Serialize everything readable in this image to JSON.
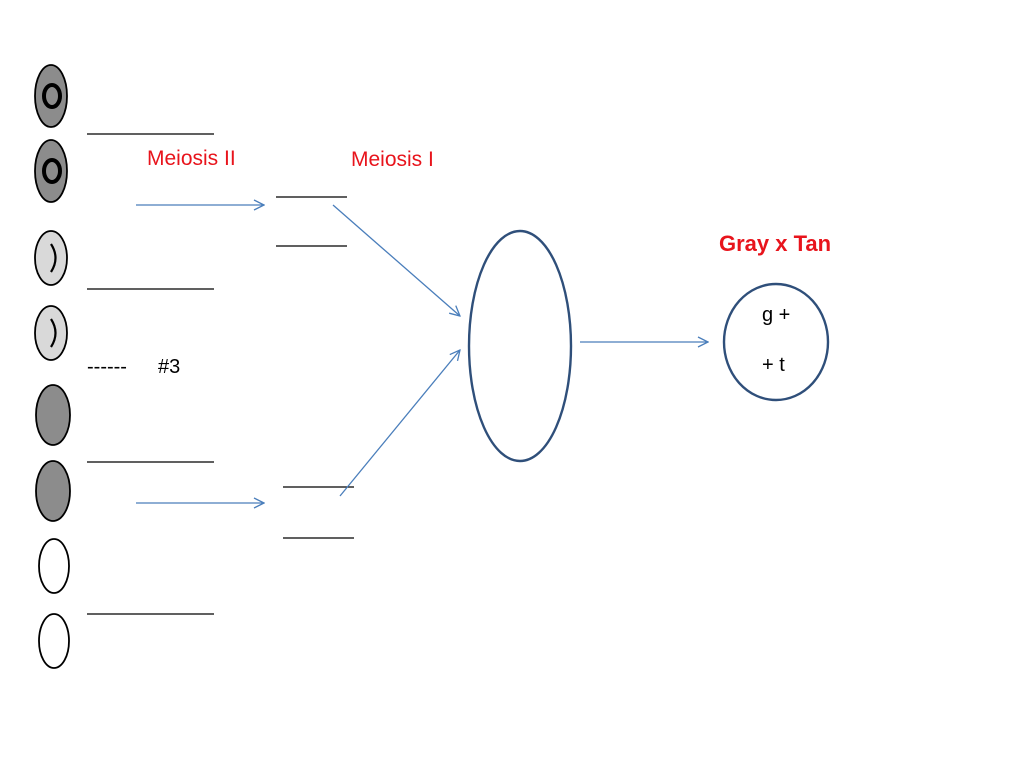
{
  "labels": {
    "meiosis_ii": "Meiosis II",
    "meiosis_i": "Meiosis I",
    "cross": "Gray x Tan",
    "number_label": "#3",
    "number_dashes": "------"
  },
  "parent_cell": {
    "allele_line_1": "g +",
    "allele_line_2": "+ t"
  },
  "gamete_cells": [
    {
      "fill": "gray",
      "marker": "O"
    },
    {
      "fill": "gray",
      "marker": "O"
    },
    {
      "fill": "light-gray",
      "marker": ")"
    },
    {
      "fill": "light-gray",
      "marker": ")"
    },
    {
      "fill": "gray",
      "marker": ""
    },
    {
      "fill": "gray",
      "marker": ""
    },
    {
      "fill": "white",
      "marker": ""
    },
    {
      "fill": "white",
      "marker": ""
    }
  ],
  "colors": {
    "label_red": "#e8141c",
    "arrow_blue": "#4a7ebb",
    "cell_outline_blue": "#2f4f7a",
    "gray_fill": "#8c8c8c",
    "light_gray_fill": "#d9d9d9"
  },
  "icons": {
    "arrow": "arrow-right-icon",
    "gamete": "oval-cell-icon"
  }
}
